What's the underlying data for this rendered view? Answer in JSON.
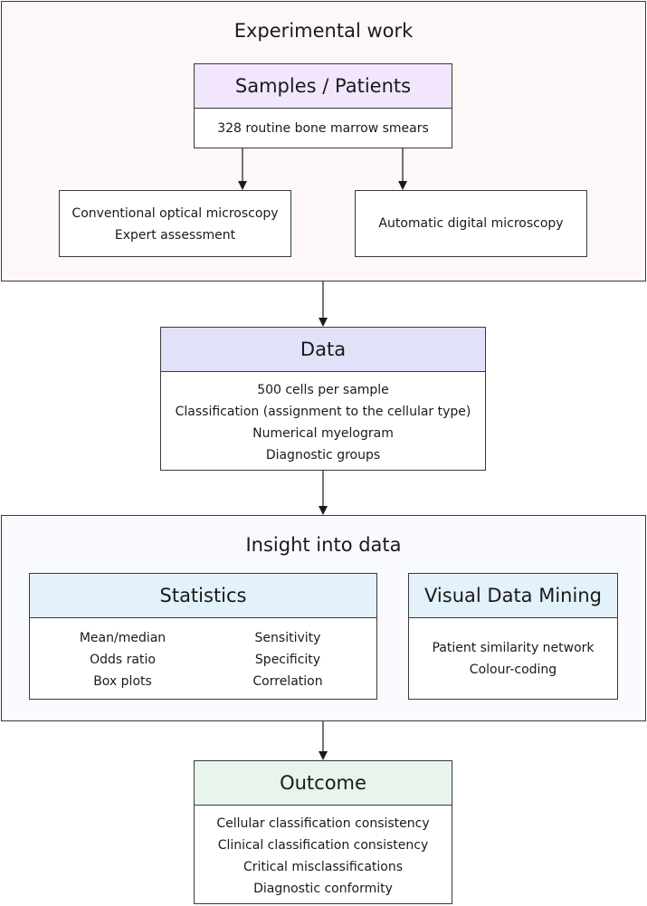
{
  "experimental": {
    "title": "Experimental work",
    "samples": {
      "title": "Samples / Patients",
      "line": "328 routine bone marrow smears"
    },
    "conventional": {
      "line1": "Conventional optical microscopy",
      "line2": "Expert assessment"
    },
    "automatic": {
      "line": "Automatic digital microscopy"
    }
  },
  "data_box": {
    "title": "Data",
    "lines": [
      "500 cells per sample",
      "Classification (assignment to the cellular type)",
      "Numerical myelogram",
      "Diagnostic groups"
    ]
  },
  "insight": {
    "title": "Insight into data",
    "statistics": {
      "title": "Statistics",
      "left": [
        "Mean/median",
        "Odds ratio",
        "Box plots"
      ],
      "right": [
        "Sensitivity",
        "Specificity",
        "Correlation"
      ]
    },
    "vdm": {
      "title": "Visual Data Mining",
      "lines": [
        "Patient similarity network",
        "Colour-coding"
      ]
    }
  },
  "outcome": {
    "title": "Outcome",
    "lines": [
      "Cellular classification consistency",
      "Clinical classification consistency",
      "Critical misclassifications",
      "Diagnostic conformity"
    ]
  },
  "colors": {
    "experimental_bg": "#fdf7f8",
    "samples_header": "#f1e6fc",
    "data_header": "#e1e1f9",
    "insight_bg": "#f8fafd",
    "stat_header": "#e3f1fb",
    "vdm_header": "#e3f1fb",
    "outcome_header": "#e8f4ec",
    "line": "#3a3a3a"
  }
}
